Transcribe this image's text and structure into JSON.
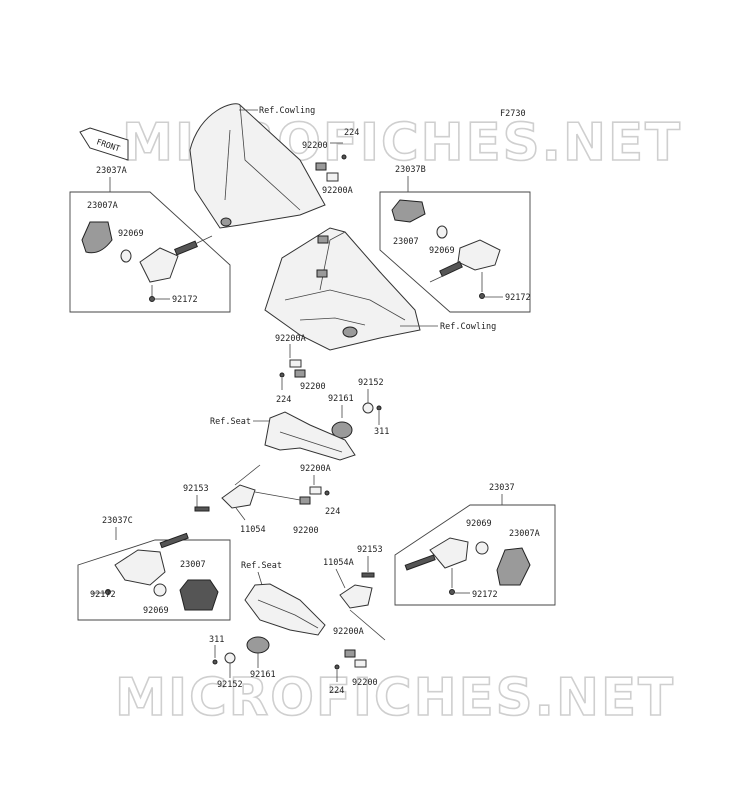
{
  "figure_code": "F2730",
  "watermark": "MICROFICHES.NET",
  "front_marker": "FRONT",
  "labels": {
    "ref_cowling_top": "Ref.Cowling",
    "ref_cowling_mid": "Ref.Cowling",
    "ref_seat_mid": "Ref.Seat",
    "ref_seat_low": "Ref.Seat",
    "p224_a": "224",
    "p92200_a": "92200",
    "p92200A_a": "92200A",
    "p23037A": "23037A",
    "p23007A_a": "23007A",
    "p92069_a": "92069",
    "p92172_a": "92172",
    "p23037B": "23037B",
    "p23007_b": "23007",
    "p92069_b": "92069",
    "p92172_b": "92172",
    "p92200A_b": "92200A",
    "p92200_b": "92200",
    "p224_b": "224",
    "p92152_a": "92152",
    "p92161_a": "92161",
    "p311_a": "311",
    "p92200A_c": "92200A",
    "p92153_a": "92153",
    "p11054": "11054",
    "p92200_c": "92200",
    "p224_c": "224",
    "p23037": "23037",
    "p92069_d": "92069",
    "p23007A_d": "23007A",
    "p92172_d": "92172",
    "p23037C": "23037C",
    "p23007_c": "23007",
    "p92172_c": "92172",
    "p92069_c": "92069",
    "p92153_b": "92153",
    "p11054A": "11054A",
    "p92200A_d": "92200A",
    "p92200_d": "92200",
    "p224_d": "224",
    "p311_b": "311",
    "p92152_b": "92152",
    "p92161_b": "92161"
  }
}
